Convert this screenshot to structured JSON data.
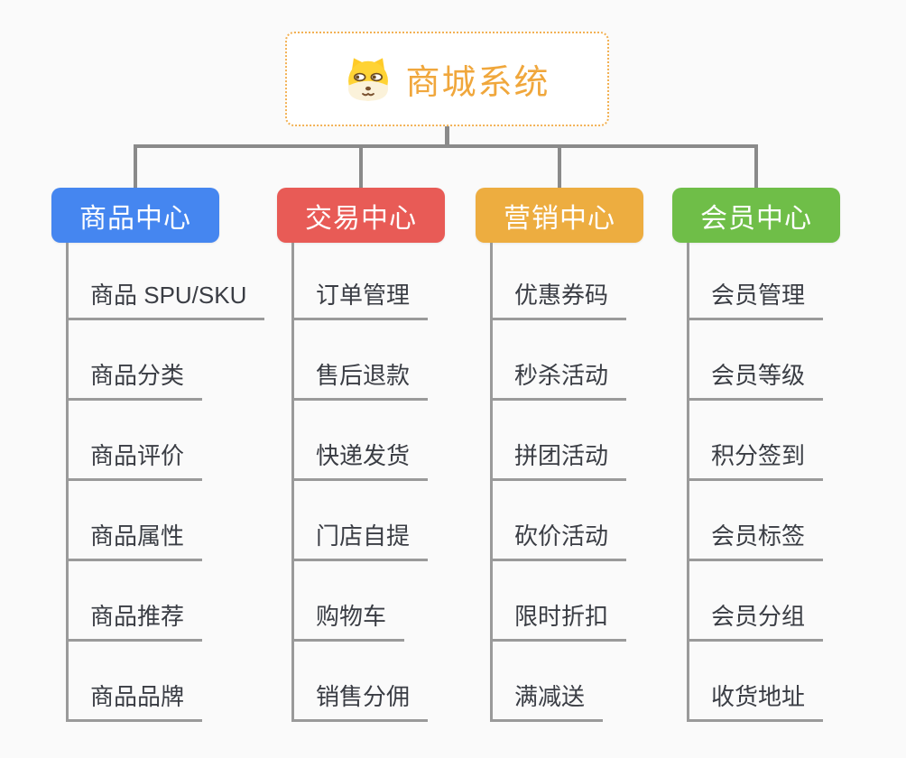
{
  "root": {
    "title": "商城系统",
    "icon": "shiba-dog-icon",
    "accent_color": "#F0A73C",
    "border_color": "#F2B154"
  },
  "branches": [
    {
      "id": "product-center",
      "label": "商品中心",
      "color": "#4586F0",
      "items": [
        "商品 SPU/SKU",
        "商品分类",
        "商品评价",
        "商品属性",
        "商品推荐",
        "商品品牌"
      ]
    },
    {
      "id": "trade-center",
      "label": "交易中心",
      "color": "#E85B56",
      "items": [
        "订单管理",
        "售后退款",
        "快递发货",
        "门店自提",
        "购物车",
        "销售分佣"
      ]
    },
    {
      "id": "marketing-center",
      "label": "营销中心",
      "color": "#EDAD40",
      "items": [
        "优惠券码",
        "秒杀活动",
        "拼团活动",
        "砍价活动",
        "限时折扣",
        "满减送"
      ]
    },
    {
      "id": "member-center",
      "label": "会员中心",
      "color": "#6FBE48",
      "items": [
        "会员管理",
        "会员等级",
        "积分签到",
        "会员标签",
        "会员分组",
        "收货地址"
      ]
    }
  ],
  "colors": {
    "background": "#FAFAFA",
    "connector": "#8A8A8A",
    "leaf_line": "#9A9A9A",
    "leaf_text": "#3A3D44",
    "header_text": "#FFFFFF"
  }
}
